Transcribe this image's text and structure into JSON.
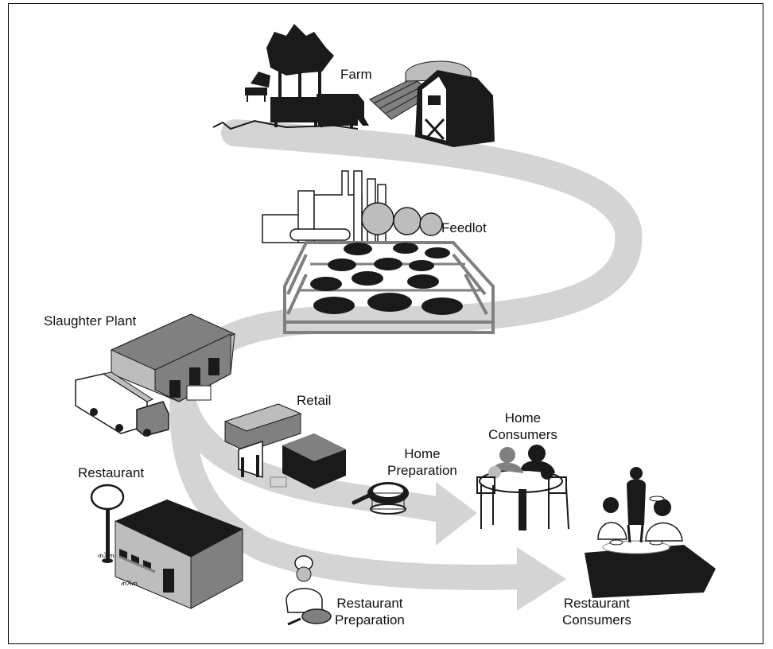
{
  "labels": {
    "farm": "Farm",
    "feedlot": "Feedlot",
    "slaughter_plant": "Slaughter Plant",
    "retail": "Retail",
    "home_consumers_1": "Home",
    "home_consumers_2": "Consumers",
    "home_preparation_1": "Home",
    "home_preparation_2": "Preparation",
    "restaurant": "Restaurant",
    "restaurant_preparation_1": "Restaurant",
    "restaurant_preparation_2": "Preparation",
    "restaurant_consumers_1": "Restaurant",
    "restaurant_consumers_2": "Consumers"
  },
  "colors": {
    "path": "#d4d4d4",
    "dark": "#1a1a1a",
    "mid": "#808080",
    "light": "#bdbdbd",
    "border": "#000000"
  },
  "icons": [
    "trees-icon",
    "cattle-icon",
    "barn-icon",
    "silo-icon",
    "factory-icon",
    "fenced-herd-icon",
    "warehouse-icon",
    "truck-icon",
    "store-building-icon",
    "frying-pan-icon",
    "family-table-icon",
    "restaurant-building-icon",
    "sign-icon",
    "chef-icon",
    "dining-table-icon",
    "waiter-icon"
  ]
}
